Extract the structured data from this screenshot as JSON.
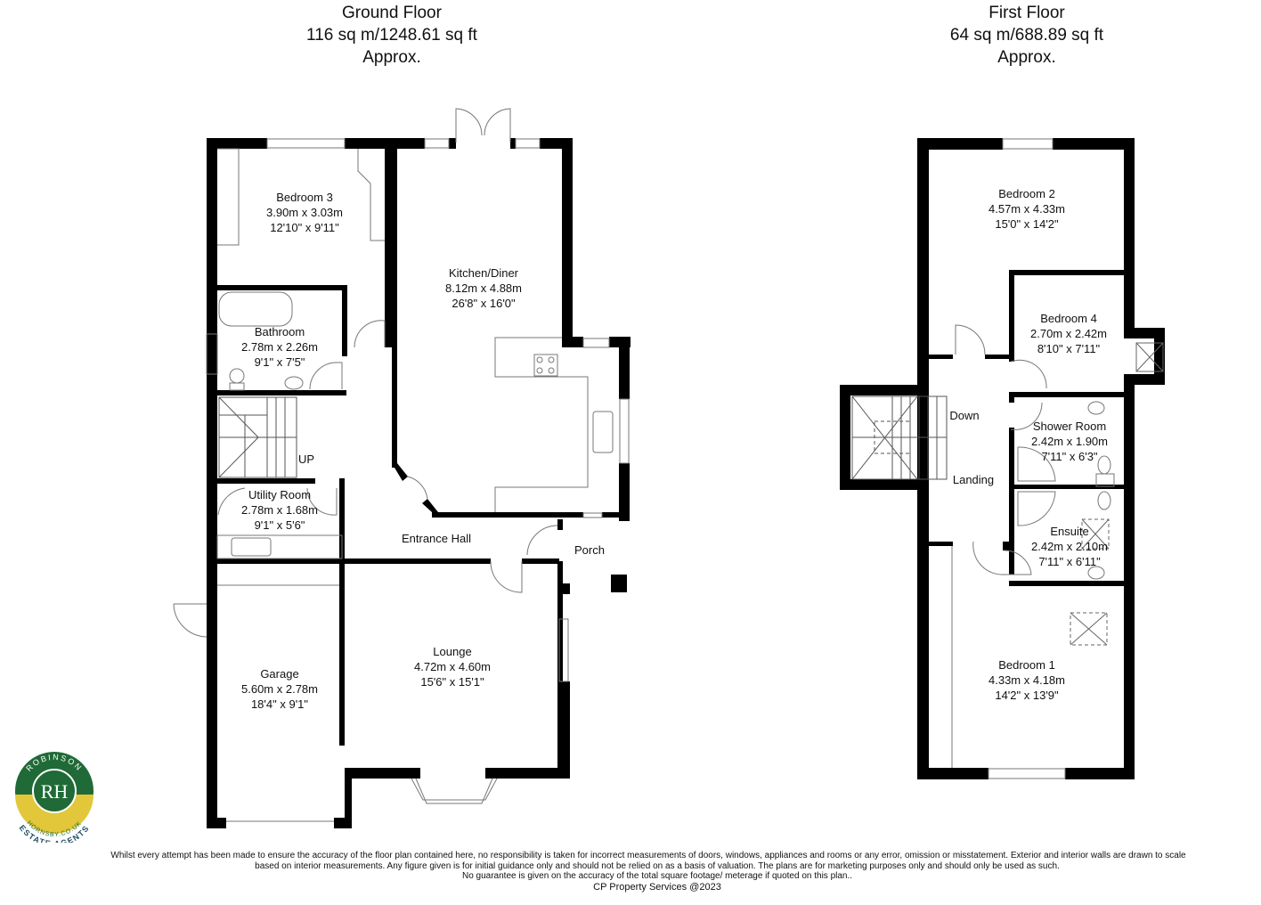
{
  "ground_floor": {
    "title": "Ground Floor",
    "area": "116 sq m/1248.61 sq ft",
    "approx": "Approx.",
    "rooms": [
      {
        "name": "Bedroom 3",
        "metric": "3.90m x 3.03m",
        "imperial": "12'10\" x 9'11\""
      },
      {
        "name": "Kitchen/Diner",
        "metric": "8.12m x 4.88m",
        "imperial": "26'8\" x 16'0\""
      },
      {
        "name": "Bathroom",
        "metric": "2.78m x 2.26m",
        "imperial": "9'1\" x 7'5\""
      },
      {
        "name": "Utility Room",
        "metric": "2.78m x 1.68m",
        "imperial": "9'1\" x 5'6\""
      },
      {
        "name": "Garage",
        "metric": "5.60m x 2.78m",
        "imperial": "18'4\" x 9'1\""
      },
      {
        "name": "Lounge",
        "metric": "4.72m x 4.60m",
        "imperial": "15'6\" x 15'1\""
      }
    ],
    "labels": {
      "entrance_hall": "Entrance Hall",
      "porch": "Porch",
      "up": "UP"
    }
  },
  "first_floor": {
    "title": "First Floor",
    "area": "64 sq m/688.89 sq ft",
    "approx": "Approx.",
    "rooms": [
      {
        "name": "Bedroom 2",
        "metric": "4.57m x 4.33m",
        "imperial": "15'0\" x 14'2\""
      },
      {
        "name": "Bedroom 4",
        "metric": "2.70m x 2.42m",
        "imperial": "8'10\" x 7'11\""
      },
      {
        "name": "Shower Room",
        "metric": "2.42m x 1.90m",
        "imperial": "7'11\" x 6'3\""
      },
      {
        "name": "Ensuite",
        "metric": "2.42m x 2.10m",
        "imperial": "7'11\" x 6'11\""
      },
      {
        "name": "Bedroom 1",
        "metric": "4.33m x 4.18m",
        "imperial": "14'2\" x 13'9\""
      }
    ],
    "labels": {
      "landing": "Landing",
      "down": "Down"
    }
  },
  "logo": {
    "top_text": "ROBINSON",
    "monogram": "RH",
    "bottom_text": "HORNSBY.CO.UK",
    "tagline": "ESTATE AGENTS",
    "green": "#1f6a36",
    "yellow": "#e2c73a"
  },
  "disclaimer": {
    "line1": "Whilst every attempt has been made to ensure the accuracy of the floor plan contained here, no responsibility is taken for incorrect measurements of doors, windows, appliances and rooms or any error, omission or misstatement. Exterior and interior walls are drawn to scale",
    "line2": "based on interior measurements. Any figure given is for initial guidance only and should not be relied on as a basis of valuation. The plans are for marketing purposes only and should only be used as such.",
    "line3": "No guarantee is given on the accuracy of the total square footage/ meterage if quoted on this plan..",
    "credit": "CP Property Services @2023"
  }
}
